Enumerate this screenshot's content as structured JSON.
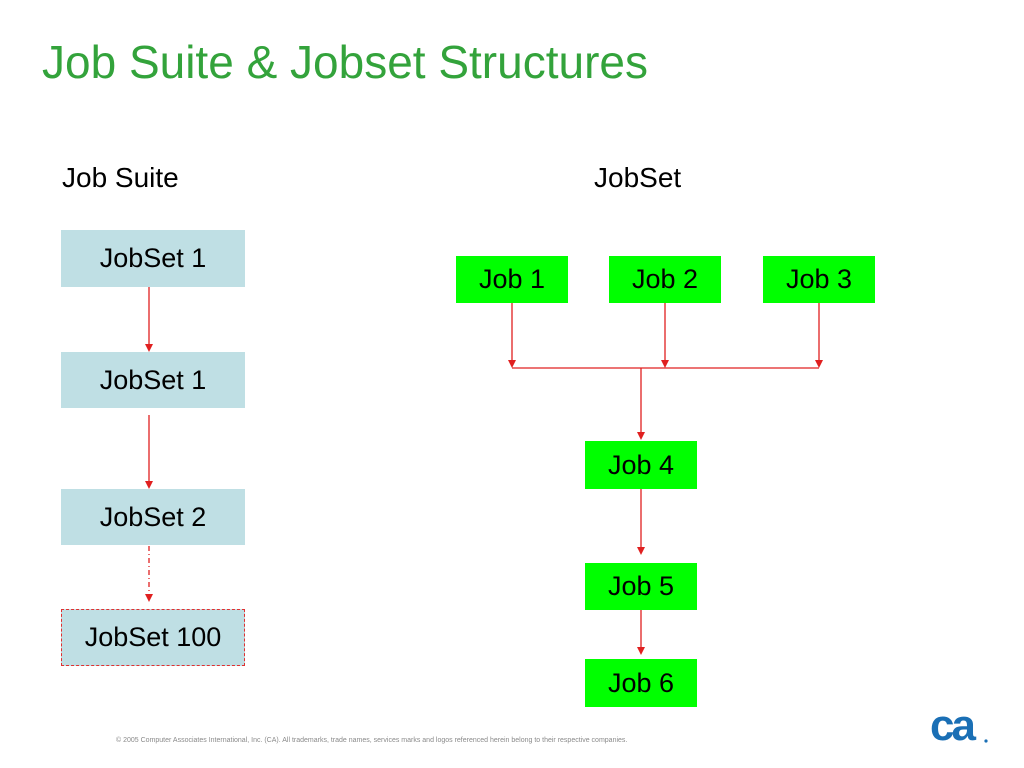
{
  "title": "Job Suite & Jobset Structures",
  "headings": {
    "job_suite": "Job Suite",
    "jobset": "JobSet"
  },
  "job_suite": {
    "boxes": [
      "JobSet 1",
      "JobSet 1",
      "JobSet 2",
      "JobSet 100"
    ]
  },
  "jobset": {
    "jobs": [
      "Job 1",
      "Job 2",
      "Job 3",
      "Job 4",
      "Job 5",
      "Job 6"
    ]
  },
  "footer": "© 2005 Computer Associates International, Inc. (CA). All trademarks, trade names, services marks and logos referenced herein belong to their respective companies.",
  "logo": {
    "text": "ca",
    "mark": ".",
    "color": "#1a6fb5"
  },
  "colors": {
    "title": "#33a33b",
    "jobset_box": "#bfdfe4",
    "job_box": "#00ff00",
    "arrow": "#e02020"
  }
}
